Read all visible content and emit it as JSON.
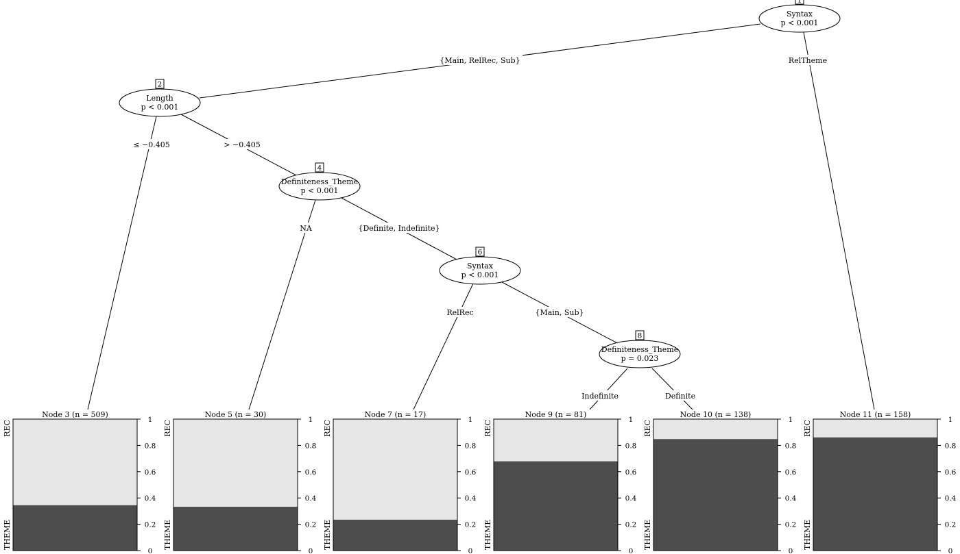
{
  "colors": {
    "light": "#e6e6e6",
    "dark": "#4d4d4d",
    "line": "#000000"
  },
  "inner_nodes": [
    {
      "id": "1",
      "variable": "Syntax",
      "p_value": "p < 0.001"
    },
    {
      "id": "2",
      "variable": "Length",
      "p_value": "p < 0.001"
    },
    {
      "id": "4",
      "variable": "Definiteness_Theme",
      "p_value": "p < 0.001"
    },
    {
      "id": "6",
      "variable": "Syntax",
      "p_value": "p < 0.001"
    },
    {
      "id": "8",
      "variable": "Definiteness_Theme",
      "p_value": "p = 0.023"
    }
  ],
  "edges": [
    {
      "from": "1",
      "to": "2",
      "label": "{Main, RelRec, Sub}"
    },
    {
      "from": "1",
      "to": "11",
      "label": "RelTheme"
    },
    {
      "from": "2",
      "to": "3",
      "label": "≤ −0.405"
    },
    {
      "from": "2",
      "to": "4",
      "label": "> −0.405"
    },
    {
      "from": "4",
      "to": "5",
      "label": "NA"
    },
    {
      "from": "4",
      "to": "6",
      "label": "{Definite, Indefinite}"
    },
    {
      "from": "6",
      "to": "7",
      "label": "RelRec"
    },
    {
      "from": "6",
      "to": "8",
      "label": "{Main, Sub}"
    },
    {
      "from": "8",
      "to": "9",
      "label": "Indefinite"
    },
    {
      "from": "8",
      "to": "10",
      "label": "Definite"
    }
  ],
  "terminal_nodes": [
    {
      "id": "3",
      "title": "Node 3 (n = 509)",
      "theme_fraction": 0.345
    },
    {
      "id": "5",
      "title": "Node 5 (n = 30)",
      "theme_fraction": 0.333
    },
    {
      "id": "7",
      "title": "Node 7 (n = 17)",
      "theme_fraction": 0.235
    },
    {
      "id": "9",
      "title": "Node 9 (n = 81)",
      "theme_fraction": 0.679
    },
    {
      "id": "10",
      "title": "Node 10 (n = 138)",
      "theme_fraction": 0.848
    },
    {
      "id": "11",
      "title": "Node 11 (n = 158)",
      "theme_fraction": 0.861
    }
  ],
  "chart_data": {
    "type": "bar",
    "categories": [
      "Node 3",
      "Node 5",
      "Node 7",
      "Node 9",
      "Node 10",
      "Node 11"
    ],
    "n": [
      509,
      30,
      17,
      81,
      138,
      158
    ],
    "series": [
      {
        "name": "THEME",
        "values": [
          0.345,
          0.333,
          0.235,
          0.679,
          0.848,
          0.861
        ]
      },
      {
        "name": "REC",
        "values": [
          0.655,
          0.667,
          0.765,
          0.321,
          0.152,
          0.139
        ]
      }
    ],
    "ylim": [
      0,
      1
    ],
    "y_ticks": [
      "0",
      "0.2",
      "0.4",
      "0.6",
      "0.8",
      "1"
    ],
    "stacked": true,
    "grid": false
  },
  "y_axis_top_label": "REC",
  "y_axis_bottom_label": "THEME"
}
